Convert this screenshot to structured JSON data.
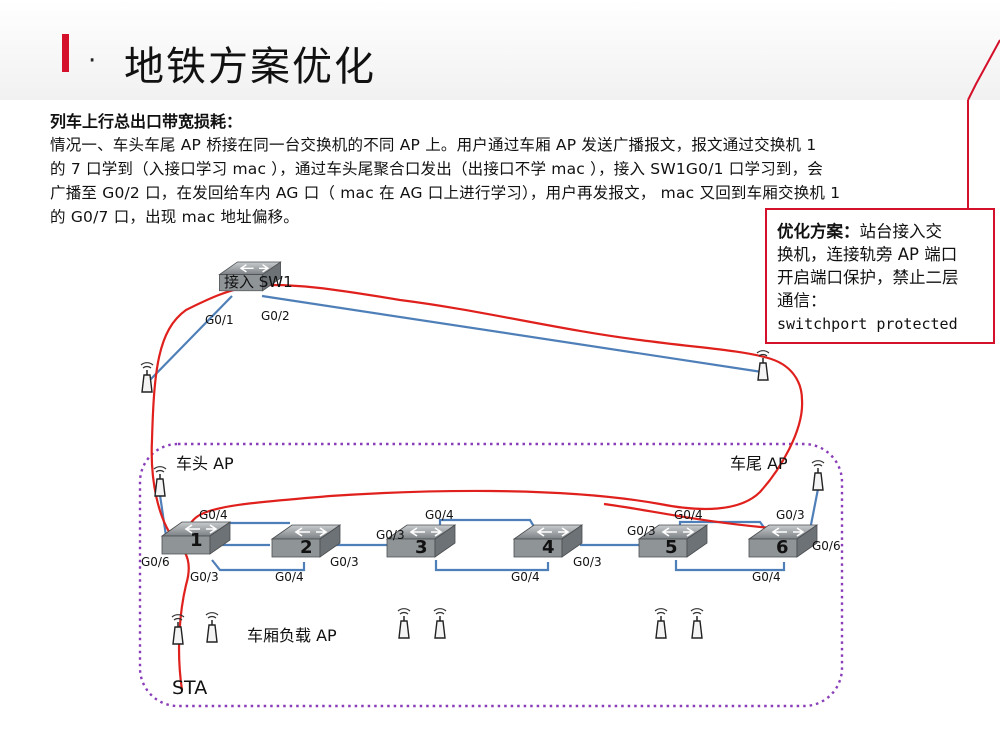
{
  "title": "地铁方案优化",
  "title_bullet": "·",
  "problem": {
    "heading": "列车上行总出口带宽损耗：",
    "lines": [
      "情况一、车头车尾 AP 桥接在同一台交换机的不同 AP 上。用户通过车厢 AP 发送广播报文，报文通过交换机 1",
      "的 7 口学到（入接口学习 mac ），通过车头尾聚合口发出（出接口不学 mac ），接入 SW1G0/1 口学习到，会",
      "广播至 G0/2 口，在发回给车内 AG 口（ mac 在 AG 口上进行学习），用户再发报文， mac 又回到车厢交换机 1",
      "的 G0/7 口，出现 mac 地址偏移。"
    ]
  },
  "callout": {
    "label": "优化方案：",
    "line1_rest": "站台接入交",
    "line2": "换机，连接轨旁 AP 端口",
    "line3": "开启端口保护，禁止二层",
    "line4": "通信：",
    "command": "switchport protected"
  },
  "diagram": {
    "access_switch": "接入 SW1",
    "access_ports": {
      "left": "G0/1",
      "right": "G0/2"
    },
    "head_ap": "车头 AP",
    "tail_ap": "车尾 AP",
    "car_ap": "车厢负载 AP",
    "sta": "STA",
    "switches": [
      "1",
      "2",
      "3",
      "4",
      "5",
      "6"
    ],
    "port_labels": {
      "s1_top": "G0/4",
      "s1_left": "G0/6",
      "s1_bottom": "G0/3",
      "s2_bottom": "G0/4",
      "s2_right": "G0/3",
      "s3_left": "G0/3",
      "s3_top": "G0/4",
      "s4_bottom": "G0/4",
      "s4_right": "G0/3",
      "s5_left": "G0/3",
      "s5_top": "G0/4",
      "s6_top": "G0/3",
      "s6_right": "G0/6",
      "s6_bottom": "G0/4"
    }
  },
  "colors": {
    "accent": "#d4102a",
    "link": "#4f7fb8",
    "boundary": "#8a3db8",
    "switch_face": "#8f9497"
  }
}
